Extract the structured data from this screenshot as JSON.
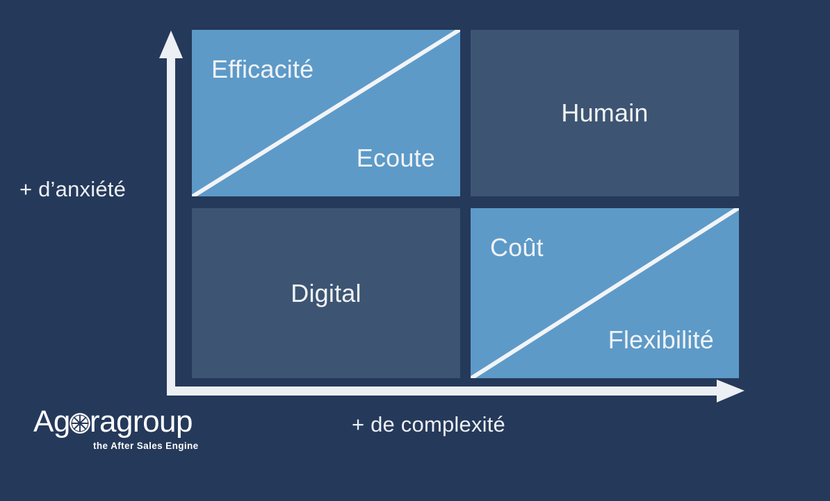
{
  "background_color": "#25395a",
  "axes": {
    "y_label": "+ d’anxiété",
    "x_label": "+ de complexité",
    "arrow_color": "#eceff3"
  },
  "chart_data": {
    "type": "table",
    "title": "",
    "xlabel": "+ de complexité",
    "ylabel": "+ d’anxiété",
    "grid": false,
    "legend": "none",
    "matrix": "2x2 positioning matrix",
    "axis_ranges": {
      "x": [
        "low complexity",
        "high complexity"
      ],
      "y": [
        "low anxiety",
        "high anxiety"
      ]
    },
    "colors": {
      "highlight": "#5d9ac8",
      "muted": "#3d5572",
      "line": "#f2f4f7",
      "text": "#f0f3f6"
    },
    "quadrants": [
      {
        "id": "top-left",
        "position": "top-left",
        "style": "light",
        "fill": "#5d9ac8",
        "has_diagonal": true,
        "labels": [
          {
            "text": "Efficacité",
            "placement": "upper-left"
          },
          {
            "text": "Ecoute",
            "placement": "lower-right"
          }
        ]
      },
      {
        "id": "top-right",
        "position": "top-right",
        "style": "dark",
        "fill": "#3d5572",
        "has_diagonal": false,
        "labels": [
          {
            "text": "Humain",
            "placement": "center"
          }
        ]
      },
      {
        "id": "bottom-left",
        "position": "bottom-left",
        "style": "dark",
        "fill": "#3d5572",
        "has_diagonal": false,
        "labels": [
          {
            "text": "Digital",
            "placement": "center"
          }
        ]
      },
      {
        "id": "bottom-right",
        "position": "bottom-right",
        "style": "light",
        "fill": "#5d9ac8",
        "has_diagonal": true,
        "labels": [
          {
            "text": "Coût",
            "placement": "upper-left"
          },
          {
            "text": "Flexibilité",
            "placement": "lower-right"
          }
        ]
      }
    ]
  },
  "quadrants": {
    "top_left": {
      "label_primary": "Efficacité",
      "label_secondary": "Ecoute"
    },
    "top_right": {
      "label": "Humain"
    },
    "bottom_left": {
      "label": "Digital"
    },
    "bottom_right": {
      "label_primary": "Coût",
      "label_secondary": "Flexibilité"
    }
  },
  "logo": {
    "word_before_icon": "Ag",
    "icon_name": "wheel-icon",
    "word_after_icon": "ragroup",
    "full_name": "Agoragroup",
    "tagline": "the After Sales Engine"
  }
}
